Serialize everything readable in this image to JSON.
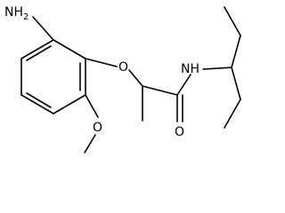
{
  "molecule": {
    "labels": {
      "amine": "NH",
      "amine_sub": "2",
      "ether_o": "O",
      "methoxy_o": "O",
      "carbonyl_o": "O",
      "amide_nh": "NH"
    },
    "colors": {
      "line": "#000000",
      "background": "#ffffff"
    }
  }
}
